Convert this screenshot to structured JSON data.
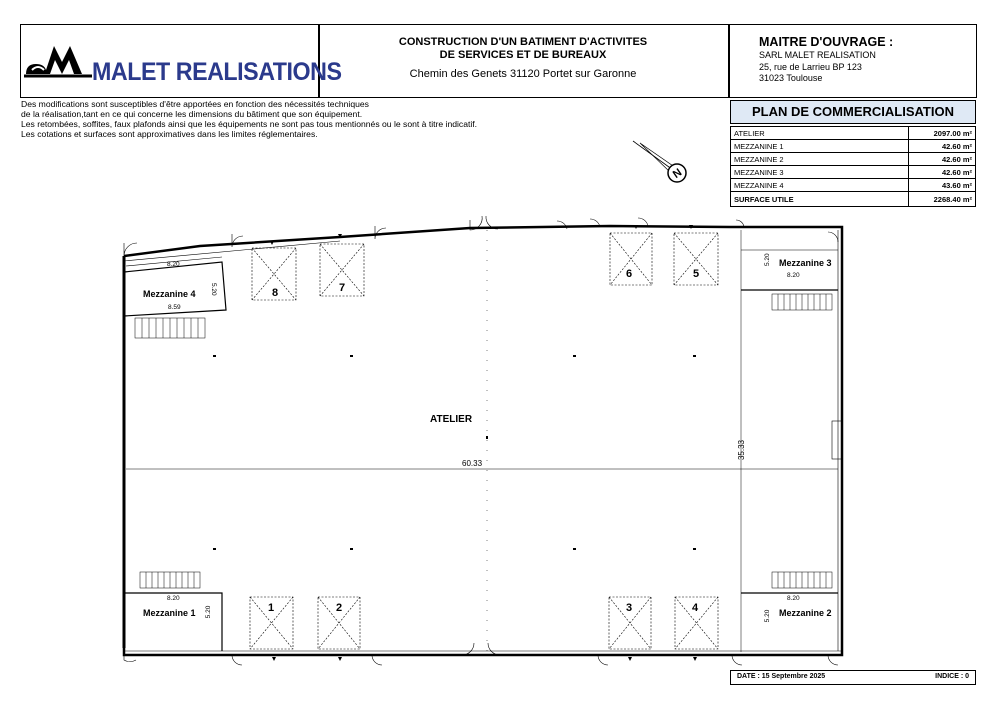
{
  "header": {
    "company_name": "MALET REALISATIONS",
    "project_line1": "CONSTRUCTION D'UN BATIMENT D'ACTIVITES",
    "project_line2": "DE SERVICES ET DE BUREAUX",
    "project_address": "Chemin des Genets 31120 Portet sur Garonne",
    "owner_title": "MAITRE D'OUVRAGE :",
    "owner_name": "SARL MALET REALISATION",
    "owner_address1": "25, rue de Larrieu BP 123",
    "owner_address2": "31023 Toulouse"
  },
  "notes": [
    "Des modifications sont susceptibles d'être apportées en fonction des nécessités techniques",
    "de la réalisation,tant en ce qui concerne les dimensions du bâtiment que son équipement.",
    "Les retombées, soffites, faux plafonds ainsi que les équipements ne sont pas tous mentionnés ou le sont à titre indicatif.",
    "Les cotations et surfaces sont approximatives dans les limites réglementaires."
  ],
  "plan_title": "PLAN DE COMMERCIALISATION",
  "surfaces": [
    {
      "name": "ATELIER",
      "value": "2097.00 m²"
    },
    {
      "name": "MEZZANINE 1",
      "value": "42.60 m²"
    },
    {
      "name": "MEZZANINE 2",
      "value": "42.60 m²"
    },
    {
      "name": "MEZZANINE 3",
      "value": "42.60 m²"
    },
    {
      "name": "MEZZANINE 4",
      "value": "43.60 m²"
    }
  ],
  "surface_total": {
    "name": "SURFACE UTILE",
    "value": "2268.40 m²"
  },
  "footer": {
    "date": "DATE : 15 Septembre 2025",
    "index": "INDICE : 0"
  },
  "plan": {
    "main_room": "ATELIER",
    "width_dim": "60.33",
    "depth_dim": "35.33",
    "mezzanines": [
      "Mezzanine 1",
      "Mezzanine 2",
      "Mezzanine 3",
      "Mezzanine 4"
    ],
    "mezz_dims": [
      "8.20",
      "5.20",
      "8.59"
    ],
    "doors": [
      "1",
      "2",
      "3",
      "4",
      "5",
      "6",
      "7",
      "8"
    ],
    "compass": "N"
  }
}
